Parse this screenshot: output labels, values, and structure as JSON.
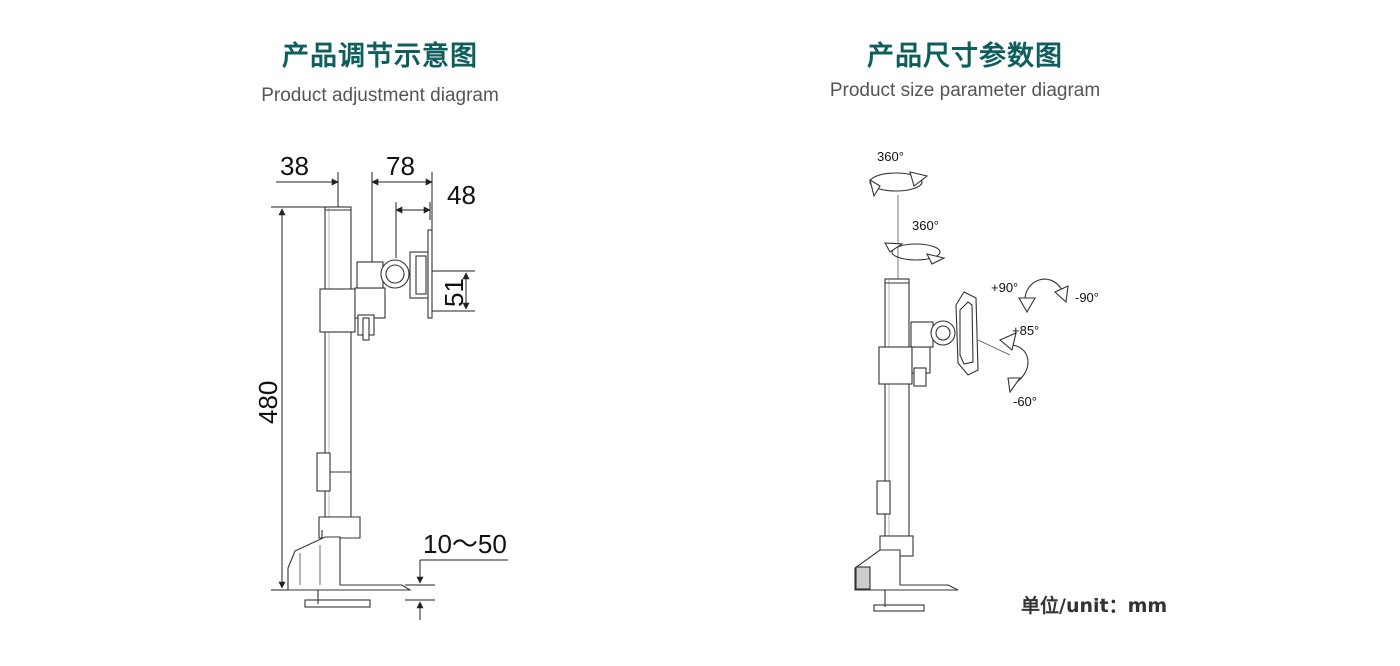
{
  "left": {
    "title_cn": "产品调节示意图",
    "title_en": "Product adjustment diagram",
    "dims": {
      "d38": "38",
      "d78": "78",
      "d48": "48",
      "d51": "51",
      "d480": "480",
      "d1050": "10～50"
    }
  },
  "right": {
    "title_cn": "产品尺寸参数图",
    "title_en": "Product size parameter diagram",
    "angles": {
      "top360": "360°",
      "mid360": "360°",
      "plus90": "+90°",
      "minus90": "-90°",
      "plus85": "+85°",
      "minus60": "-60°"
    }
  },
  "unit_label": "单位/unit：mm"
}
